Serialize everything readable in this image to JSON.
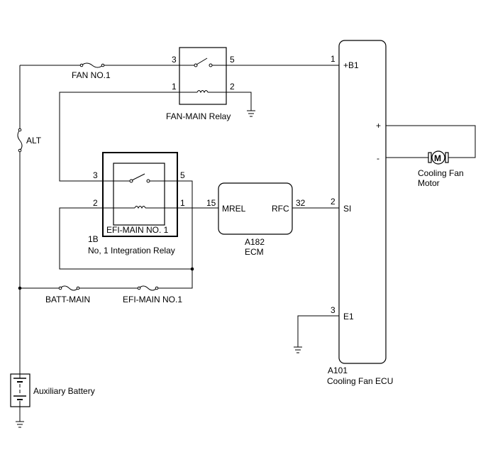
{
  "fuses": {
    "fan_no1": "FAN NO.1",
    "alt": "ALT",
    "batt_main": "BATT-MAIN",
    "efi_main_no1": "EFI-MAIN NO.1"
  },
  "fan_main_relay": {
    "label": "FAN-MAIN Relay",
    "pins": {
      "p3": "3",
      "p5": "5",
      "p1": "1",
      "p2": "2"
    }
  },
  "integration_relay": {
    "inner_label": "EFI-MAIN NO. 1",
    "connector": "1B",
    "label": "No, 1 Integration Relay",
    "pins": {
      "p3": "3",
      "p5": "5",
      "p2": "2",
      "p1": "1"
    }
  },
  "ecm": {
    "connector": "A182",
    "label": "ECM",
    "terminals": {
      "mrel": "MREL",
      "rfc": "RFC"
    },
    "pins": {
      "mrel": "15",
      "rfc": "32"
    }
  },
  "fan_ecu": {
    "connector": "A101",
    "label": "Cooling Fan ECU",
    "terminals": {
      "b1": "+B1",
      "si": "SI",
      "e1": "E1",
      "plus": "+",
      "minus": "-"
    },
    "pins": {
      "b1": "1",
      "si": "2",
      "e1": "3"
    }
  },
  "motor": {
    "symbol": "M",
    "label_line1": "Cooling Fan",
    "label_line2": "Motor"
  },
  "battery": {
    "label": "Auxiliary Battery"
  }
}
